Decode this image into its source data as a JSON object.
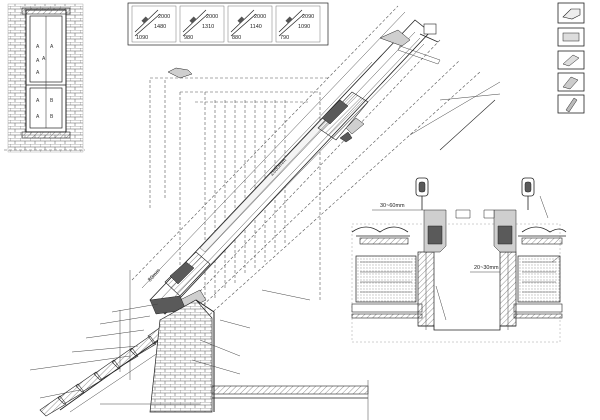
{
  "install_strip": {
    "frames": [
      {
        "values": [
          "2000",
          "1480",
          "1090"
        ]
      },
      {
        "values": [
          "2000",
          "1310",
          "980"
        ]
      },
      {
        "values": [
          "2000",
          "1140",
          "880"
        ]
      },
      {
        "values": [
          "2090",
          "1090",
          "790"
        ]
      }
    ]
  },
  "main_section": {
    "slope_length": "2550mm",
    "base_dim": "80mm"
  },
  "cross_section": {
    "top_dim": "30~60mm",
    "side_dim": "20~30mm"
  },
  "elevation": {
    "pane_labels": [
      "A",
      "A",
      "A",
      "A",
      "B",
      "A",
      "A",
      "B",
      "A"
    ]
  },
  "view_icons": [
    "box-icon",
    "flat-panel-icon",
    "tilted-panel-icon",
    "angled-window-icon",
    "vertical-window-icon"
  ]
}
